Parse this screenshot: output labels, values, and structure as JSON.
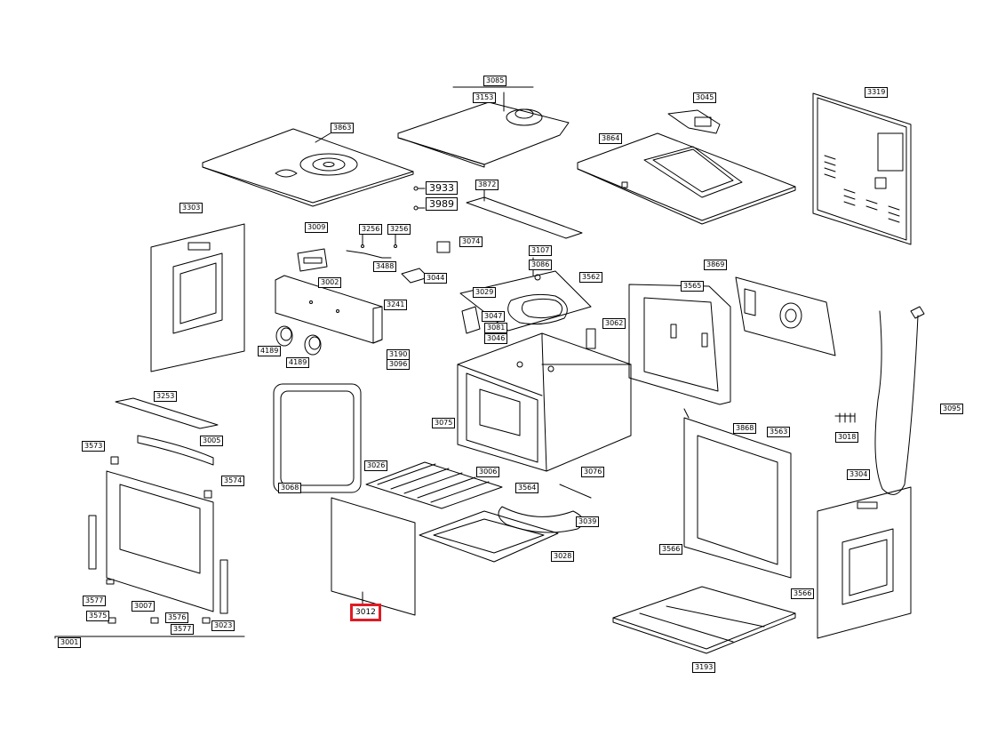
{
  "highlight_color": "#e01b24",
  "parts": {
    "p3085": "3085",
    "p3153": "3153",
    "p3045": "3045",
    "p3319": "3319",
    "p3863": "3863",
    "p3864": "3864",
    "p3933": "3933",
    "p3989": "3989",
    "p3872": "3872",
    "p3303": "3303",
    "p3009": "3009",
    "p3256a": "3256",
    "p3256b": "3256",
    "p3074": "3074",
    "p3488": "3488",
    "p3044": "3044",
    "p3107": "3107",
    "p3086": "3086",
    "p3869": "3869",
    "p3002": "3002",
    "p3029": "3029",
    "p3562": "3562",
    "p3565": "3565",
    "p3047": "3047",
    "p3081": "3081",
    "p3046": "3046",
    "p3062": "3062",
    "p3241": "3241",
    "p4189a": "4189",
    "p4189b": "4189",
    "p3190": "3190",
    "p3096": "3096",
    "p3253": "3253",
    "p3075": "3075",
    "p3095": "3095",
    "p3018": "3018",
    "p3868": "3868",
    "p3563": "3563",
    "p3005": "3005",
    "p3573": "3573",
    "p3026": "3026",
    "p3006": "3006",
    "p3076": "3076",
    "p3068": "3068",
    "p3564": "3564",
    "p3574": "3574",
    "p3304": "3304",
    "p3039": "3039",
    "p3028": "3028",
    "p3566a": "3566",
    "p3566b": "3566",
    "p3577a": "3577",
    "p3007": "3007",
    "p3575": "3575",
    "p3576": "3576",
    "p3012": "3012",
    "p3577b": "3577",
    "p3023": "3023",
    "p3001": "3001",
    "p3193": "3193"
  }
}
